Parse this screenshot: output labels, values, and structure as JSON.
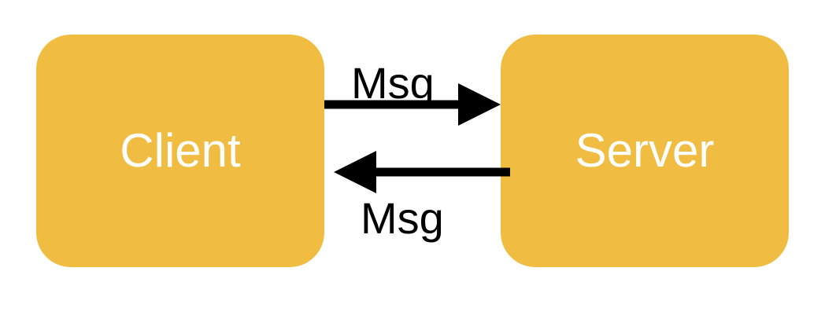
{
  "nodes": {
    "client": {
      "label": "Client"
    },
    "server": {
      "label": "Server"
    }
  },
  "edges": {
    "client_to_server": {
      "label": "Msg"
    },
    "server_to_client": {
      "label": "Msg"
    }
  },
  "colors": {
    "node_fill": "#F0BD42",
    "node_text": "#ffffff",
    "arrow": "#000000"
  }
}
